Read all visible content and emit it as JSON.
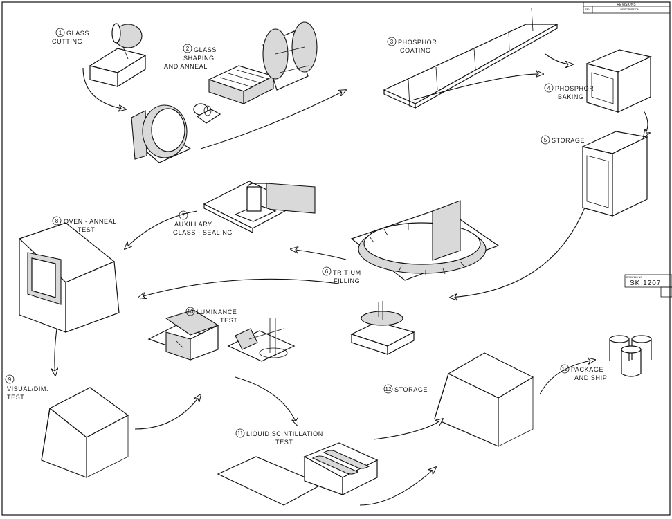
{
  "revisions": {
    "title": "REVISIONS",
    "rev": "REV",
    "description": "DESCRIPTION"
  },
  "drawing": {
    "label": "DRAWING NO",
    "number": "SK 1207"
  },
  "steps": [
    {
      "num": "1",
      "lines": [
        "GLASS",
        "CUTTING"
      ]
    },
    {
      "num": "2",
      "lines": [
        "GLASS",
        "SHAPING",
        "AND ANNEAL"
      ]
    },
    {
      "num": "3",
      "lines": [
        "PHOSPHOR",
        "COATING"
      ]
    },
    {
      "num": "4",
      "lines": [
        "PHOSPHOR",
        "BAKING"
      ]
    },
    {
      "num": "5",
      "lines": [
        "STORAGE"
      ]
    },
    {
      "num": "6",
      "lines": [
        "TRITIUM",
        "FILLING"
      ]
    },
    {
      "num": "7",
      "lines": [
        "AUXILLARY",
        "GLASS - SEALING"
      ]
    },
    {
      "num": "8",
      "lines": [
        "OVEN - ANNEAL",
        "TEST"
      ]
    },
    {
      "num": "9",
      "lines": [
        "VISUAL/DIM.",
        "TEST"
      ]
    },
    {
      "num": "10",
      "lines": [
        "LUMINANCE",
        "TEST"
      ]
    },
    {
      "num": "11",
      "lines": [
        "LIQUID SCINTILLATION",
        "TEST"
      ]
    },
    {
      "num": "12",
      "lines": [
        "STORAGE"
      ]
    },
    {
      "num": "13",
      "lines": [
        "PACKAGE",
        "AND SHIP"
      ]
    }
  ]
}
